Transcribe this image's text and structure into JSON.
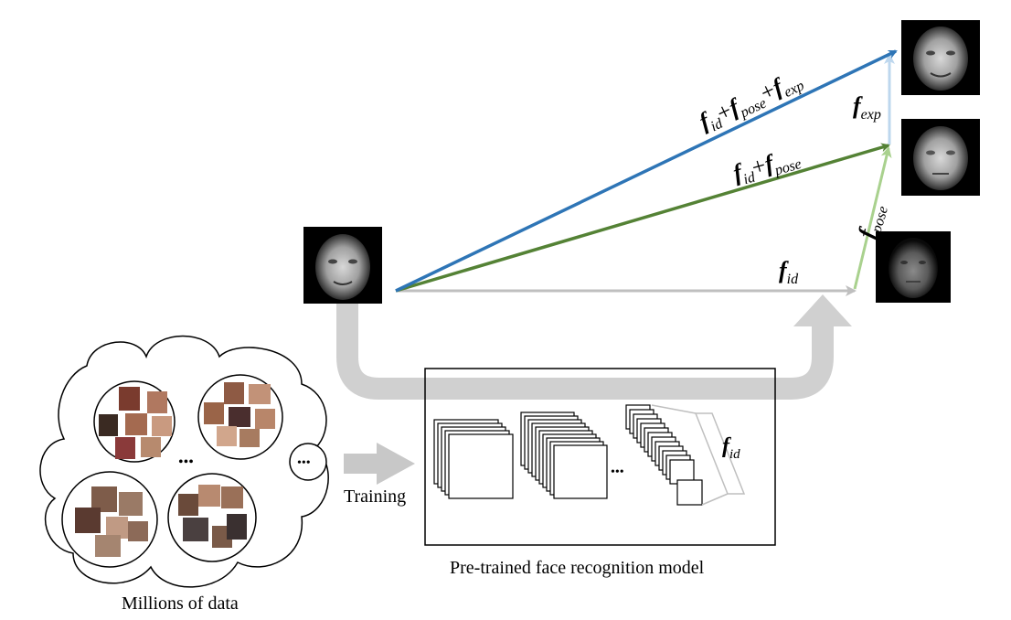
{
  "labels": {
    "training": "Training",
    "model_caption": "Pre-trained face recognition model",
    "data_caption": "Millions of data",
    "ellipsis_big": "•••",
    "ellipsis_small": "•••",
    "ellipsis_layers": "•••"
  },
  "math": {
    "f": "f",
    "sub_id": "id",
    "sub_pose": "pose",
    "sub_exp": "exp",
    "plus": "+"
  },
  "colors": {
    "blue_arrow": "#2e75b6",
    "green_arrow": "#548235",
    "gray_arrow": "#bfbfbf",
    "light_blue_arrow": "#bdd7ee",
    "light_green_arrow": "#a9d18e",
    "big_gray_arrow": "#d0d0d0"
  },
  "images": {
    "input_face": "input-face-photo",
    "output_face_id": "identity-face-output",
    "output_face_pose": "identity-pose-face-output",
    "output_face_exp": "identity-pose-expression-face-output"
  }
}
